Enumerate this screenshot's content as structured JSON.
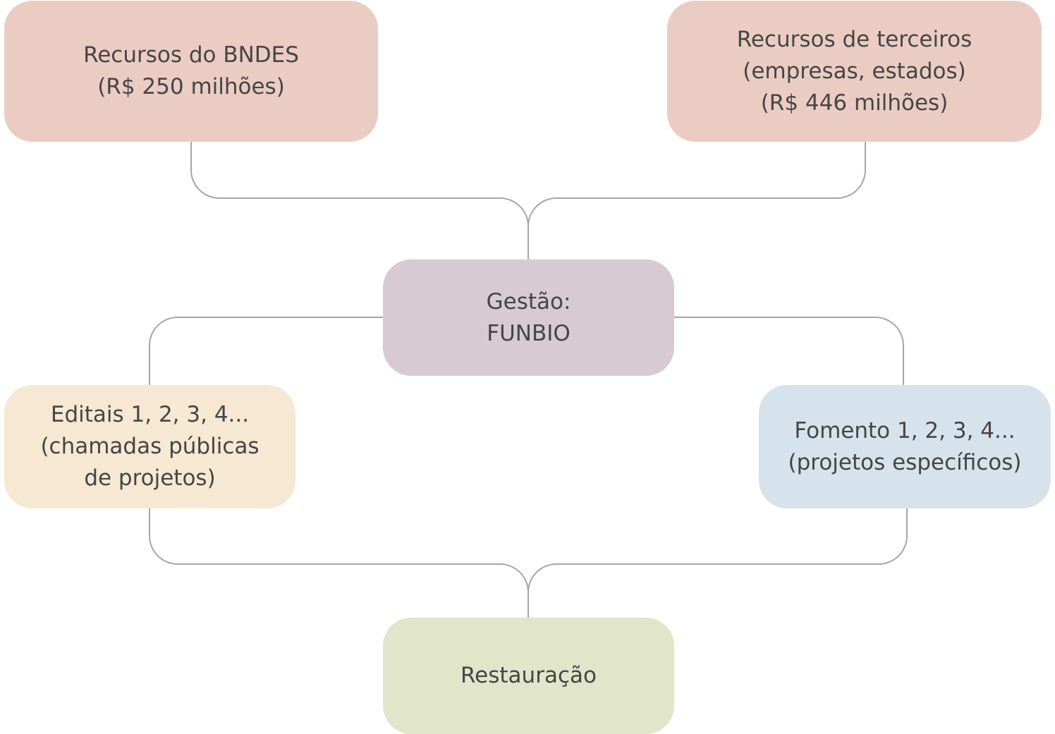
{
  "colors": {
    "connector": "#a6a6a6",
    "text": "#454545",
    "source_fill": "#eaccc3",
    "management_fill": "#d8cad3",
    "editais_fill": "#f6e8d2",
    "fomento_fill": "#d6e2ec",
    "restauracao_fill": "#e1e5c9"
  },
  "nodes": {
    "bndes": {
      "lines": [
        "Recursos do BNDES",
        "(R$ 250 milhões)"
      ]
    },
    "terceiros": {
      "lines": [
        "Recursos de terceiros",
        "(empresas, estados)",
        "(R$ 446 milhões)"
      ]
    },
    "gestao": {
      "lines": [
        "Gestão:",
        "FUNBIO"
      ]
    },
    "editais": {
      "lines": [
        "Editais 1, 2, 3, 4...",
        "(chamadas públicas",
        "de projetos)"
      ]
    },
    "fomento": {
      "lines": [
        "Fomento 1, 2, 3, 4...",
        "(projetos específicos)"
      ]
    },
    "restauracao": {
      "lines": [
        "Restauração"
      ]
    }
  }
}
